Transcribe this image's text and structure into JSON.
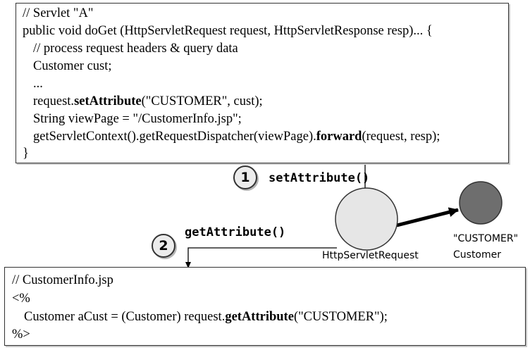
{
  "servlet": {
    "comment": "// Servlet \"A\"",
    "signature": "public void doGet (HttpServletRequest request, HttpServletResponse resp)... {",
    "process_comment": "// process request headers & query data",
    "customer_decl": "Customer cust;",
    "ellipsis": "...",
    "set_attr": {
      "prefix": "request.",
      "method": "setAttribute",
      "args": "(\"CUSTOMER\", cust);"
    },
    "view_page": "String viewPage = \"/CustomerInfo.jsp\";",
    "forward": {
      "prefix": "getServletContext().getRequestDispatcher(viewPage).",
      "method": "forward",
      "args": "(request, resp);"
    },
    "closing": "}"
  },
  "jsp": {
    "comment": "// CustomerInfo.jsp",
    "open_tag": "<%",
    "get_attr": {
      "prefix": "Customer aCust = (Customer) request.",
      "method": "getAttribute",
      "args": "(\"CUSTOMER\");"
    },
    "close_tag": "%>"
  },
  "steps": [
    {
      "number": "1",
      "label": "setAttribute()"
    },
    {
      "number": "2",
      "label": "getAttribute()"
    }
  ],
  "request_object": {
    "label": "HttpServletRequest",
    "fill": "#e6e6e6"
  },
  "customer_object": {
    "name": "\"CUSTOMER\"",
    "type": "Customer",
    "fill": "#6e6e6e"
  }
}
